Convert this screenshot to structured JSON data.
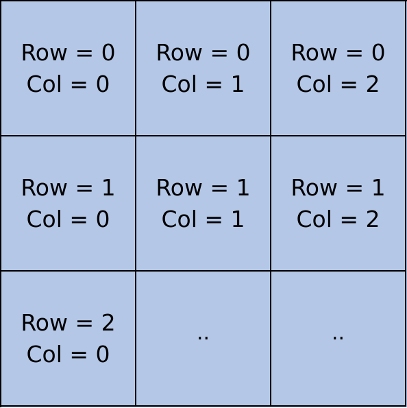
{
  "cells": [
    {
      "row_text": "Row = 0",
      "col_text": "Col = 0"
    },
    {
      "row_text": "Row = 0",
      "col_text": "Col = 1"
    },
    {
      "row_text": "Row = 0",
      "col_text": "Col = 2"
    },
    {
      "row_text": "Row = 1",
      "col_text": "Col = 0"
    },
    {
      "row_text": "Row = 1",
      "col_text": "Col = 1"
    },
    {
      "row_text": "Row = 1",
      "col_text": "Col = 2"
    },
    {
      "row_text": "Row = 2",
      "col_text": "Col = 0"
    },
    {
      "ellipsis": ".."
    },
    {
      "ellipsis": ".."
    }
  ],
  "colors": {
    "cell_fill": "#b4c7e7",
    "border": "#000000",
    "text": "#000000"
  }
}
